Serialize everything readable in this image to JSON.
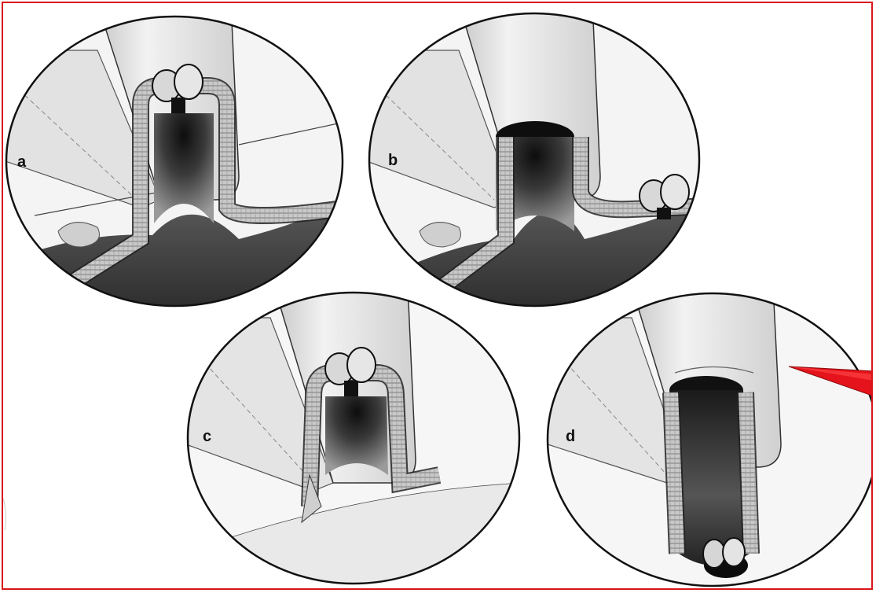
{
  "figure": {
    "panels": [
      {
        "id": "a",
        "label": "a"
      },
      {
        "id": "b",
        "label": "b"
      },
      {
        "id": "c",
        "label": "c"
      },
      {
        "id": "d",
        "label": "d"
      }
    ],
    "colors": {
      "frame_border": "#d9151b",
      "pointer_fill": "#e5131b",
      "ink": "#1a1a1a",
      "membrane_fill": "#bdbdbd",
      "cytoplasm_dark": "#2b2b2b",
      "pipette_fill": "#e8e8e8"
    }
  }
}
